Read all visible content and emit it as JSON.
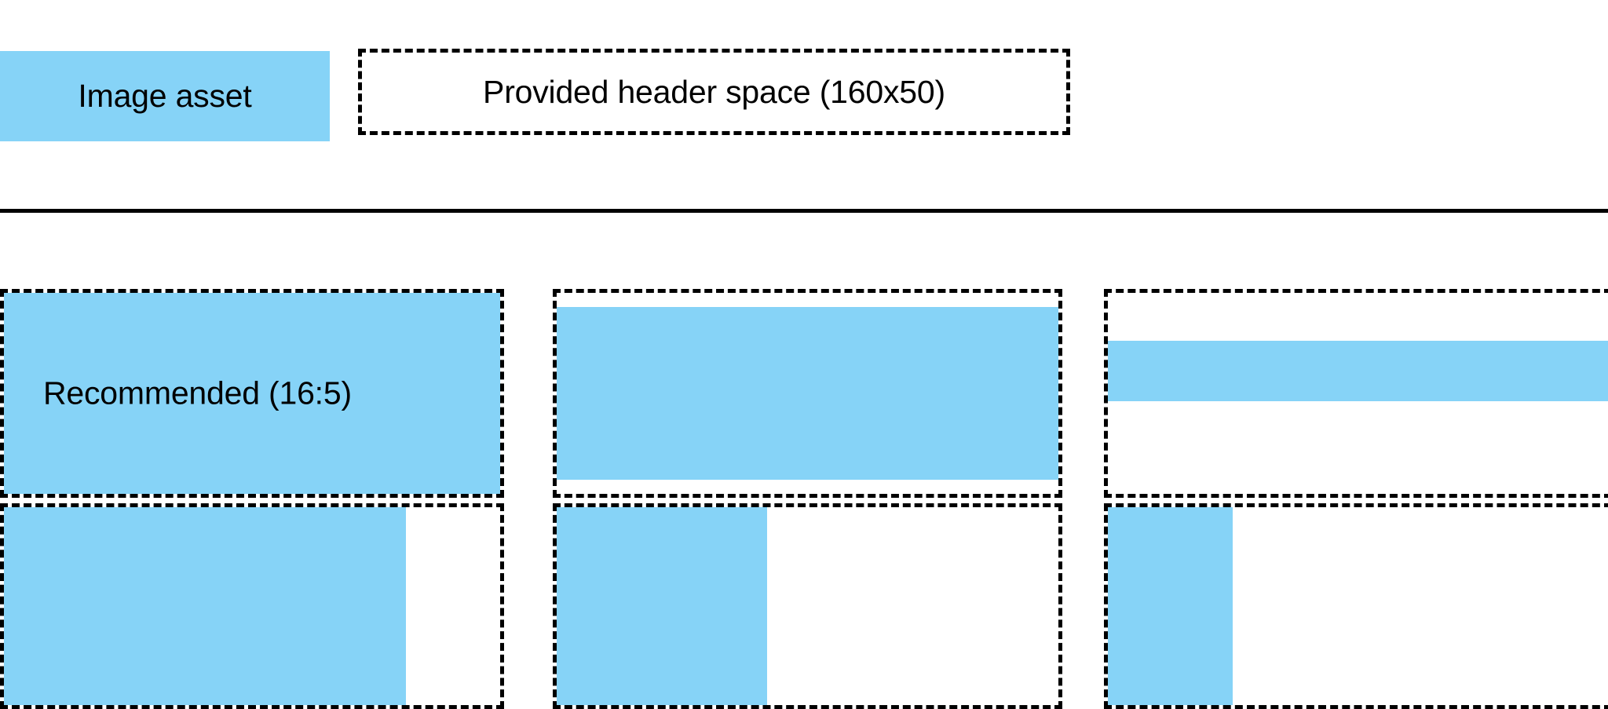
{
  "colors": {
    "asset_blue": "#86D3F7",
    "outline": "#000000",
    "background": "#FFFFFF"
  },
  "legend": {
    "swatch_label": "Image asset",
    "space_label": "Provided header space (160x50)",
    "space_dimensions": "160x50"
  },
  "divider": {
    "visible": true
  },
  "examples": {
    "recommended_label": "Recommended (16:5)",
    "rows": [
      {
        "row_name": "height-variation-row",
        "cells": [
          {
            "name": "recommended-16-5",
            "label": "Recommended (16:5)",
            "fill_left_pct": 0,
            "fill_top_pct": 0,
            "fill_width_pct": 100,
            "fill_height_pct": 100
          },
          {
            "name": "shorter-height-asset",
            "label": "",
            "fill_left_pct": 0,
            "fill_top_pct": 7,
            "fill_width_pct": 100,
            "fill_height_pct": 86
          },
          {
            "name": "shortest-height-asset",
            "label": "",
            "fill_left_pct": 0,
            "fill_top_pct": 24,
            "fill_width_pct": 100,
            "fill_height_pct": 30
          }
        ]
      },
      {
        "row_name": "width-variation-row",
        "cells": [
          {
            "name": "wide-width-asset",
            "label": "",
            "fill_left_pct": 0,
            "fill_top_pct": 0,
            "fill_width_pct": 81,
            "fill_height_pct": 100
          },
          {
            "name": "medium-width-asset",
            "label": "",
            "fill_left_pct": 0,
            "fill_top_pct": 0,
            "fill_width_pct": 42,
            "fill_height_pct": 100
          },
          {
            "name": "narrow-width-asset",
            "label": "",
            "fill_left_pct": 0,
            "fill_top_pct": 0,
            "fill_width_pct": 25,
            "fill_height_pct": 100
          }
        ]
      }
    ]
  }
}
